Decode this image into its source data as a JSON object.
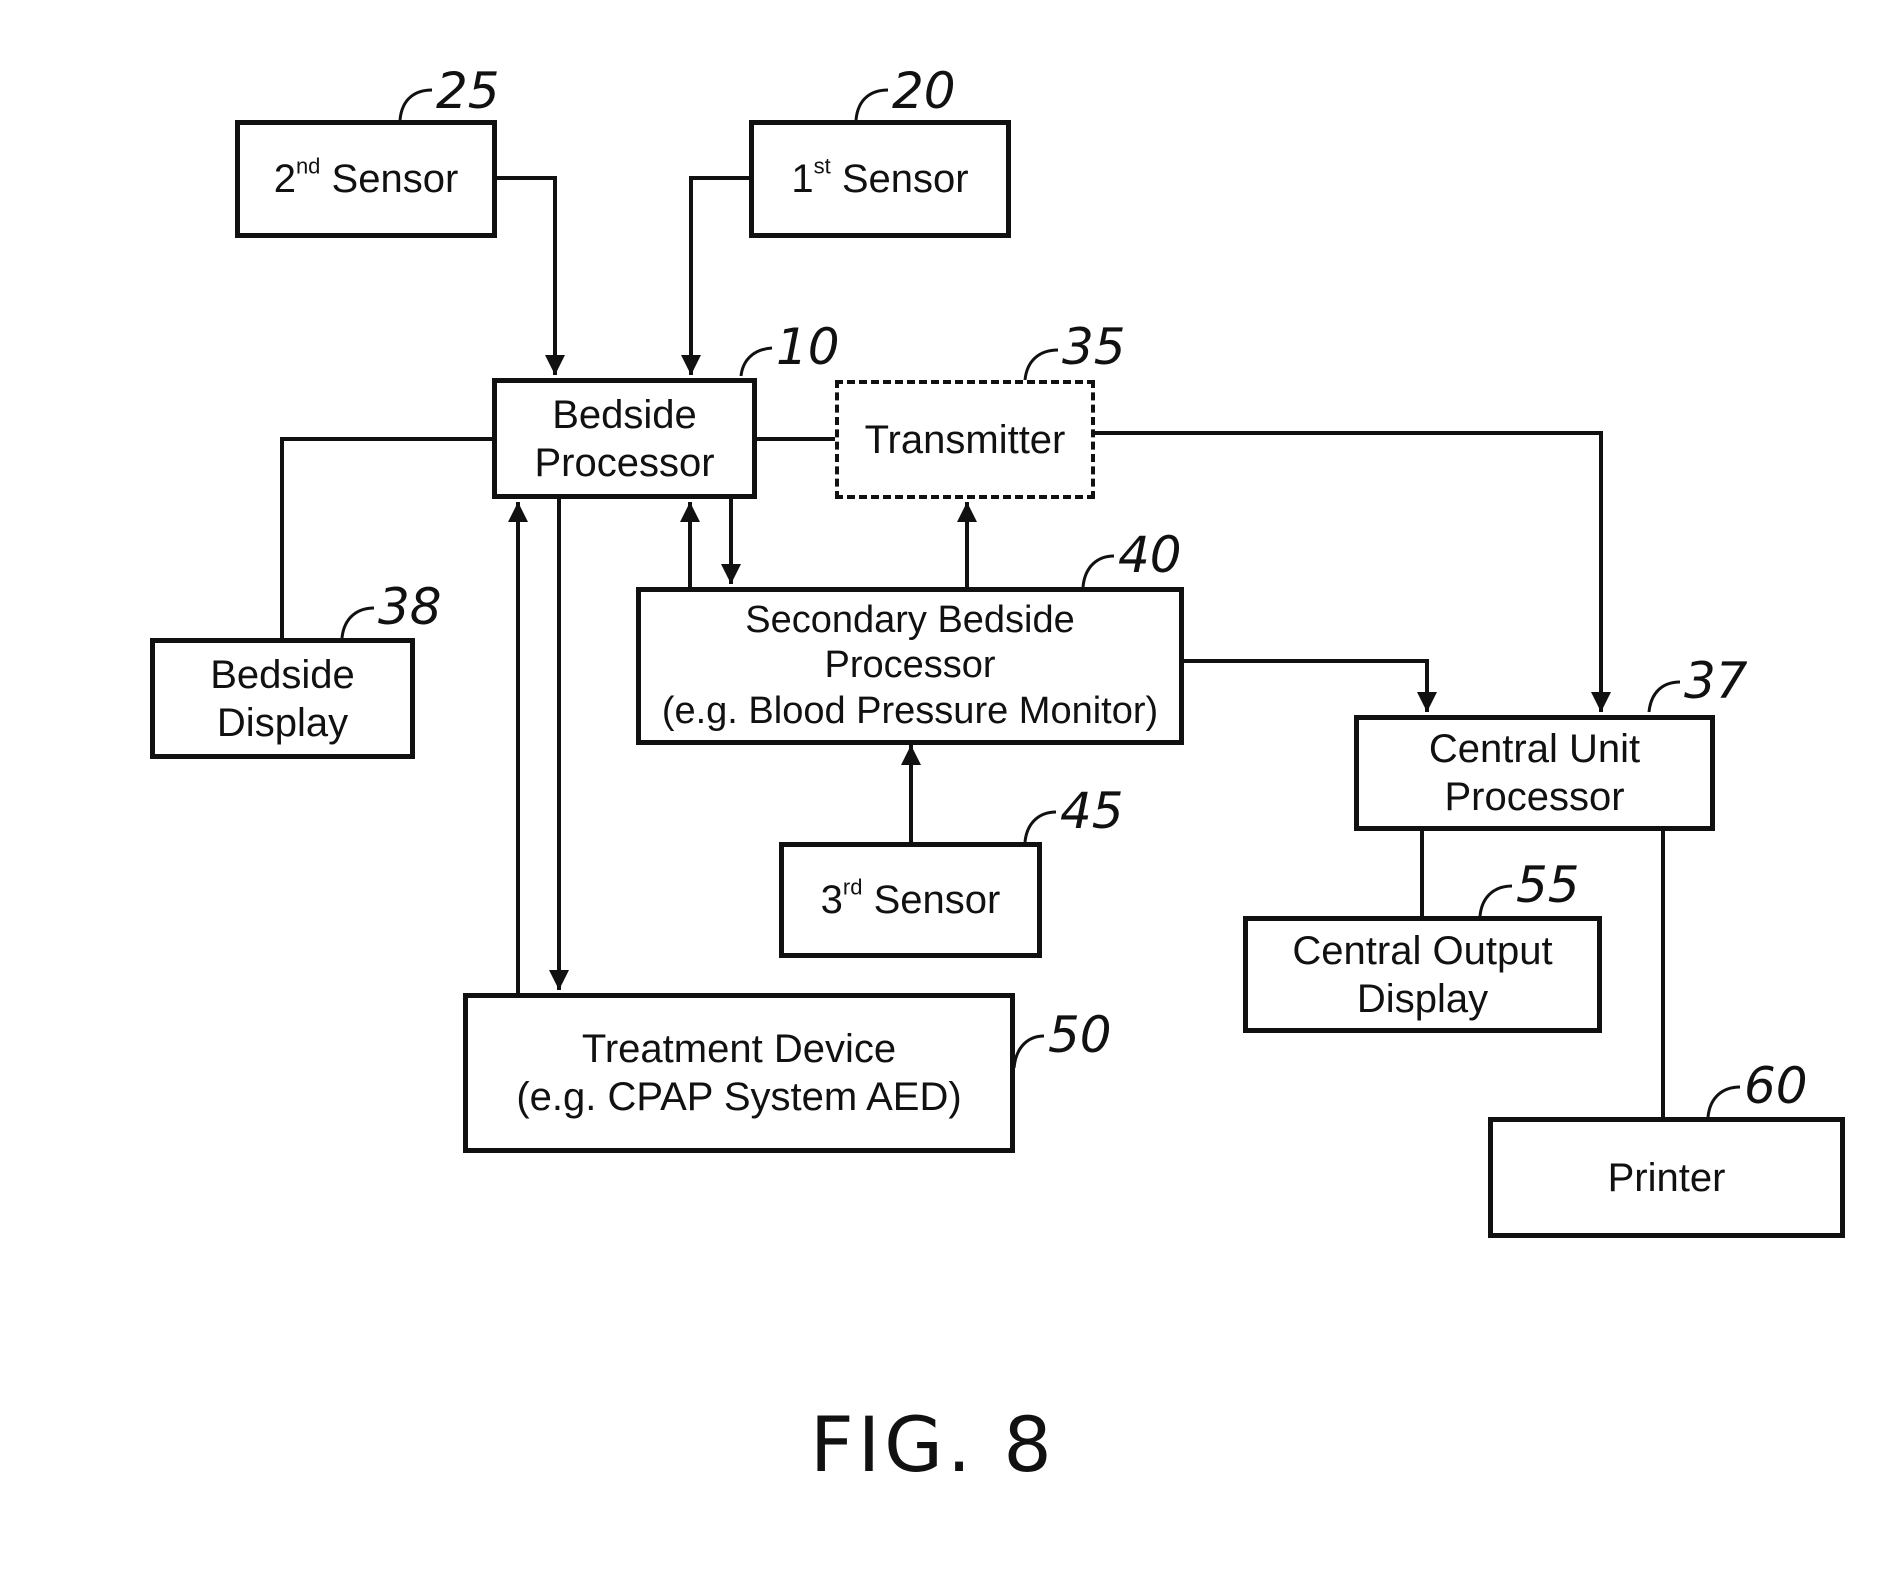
{
  "blocks": {
    "sensor2": {
      "base": "2",
      "sup": "nd",
      "label": "Sensor",
      "ref": "25"
    },
    "sensor1": {
      "base": "1",
      "sup": "st",
      "label": "Sensor",
      "ref": "20"
    },
    "bedside_processor": {
      "line1": "Bedside",
      "line2": "Processor",
      "ref": "10"
    },
    "transmitter": {
      "label": "Transmitter",
      "ref": "35"
    },
    "bedside_display": {
      "line1": "Bedside",
      "line2": "Display",
      "ref": "38"
    },
    "secondary_processor": {
      "line1": "Secondary Bedside",
      "line2": "Processor",
      "line3": "(e.g. Blood Pressure Monitor)",
      "ref": "40"
    },
    "central_unit": {
      "line1": "Central Unit",
      "line2": "Processor",
      "ref": "37"
    },
    "sensor3": {
      "base": "3",
      "sup": "rd",
      "label": "Sensor",
      "ref": "45"
    },
    "central_output": {
      "line1": "Central Output",
      "line2": "Display",
      "ref": "55"
    },
    "treatment_device": {
      "line1": "Treatment Device",
      "line2": "(e.g. CPAP System AED)",
      "ref": "50"
    },
    "printer": {
      "label": "Printer",
      "ref": "60"
    }
  },
  "figure_label": "FIG. 8",
  "colors": {
    "ink": "#111111",
    "background": "#ffffff"
  }
}
